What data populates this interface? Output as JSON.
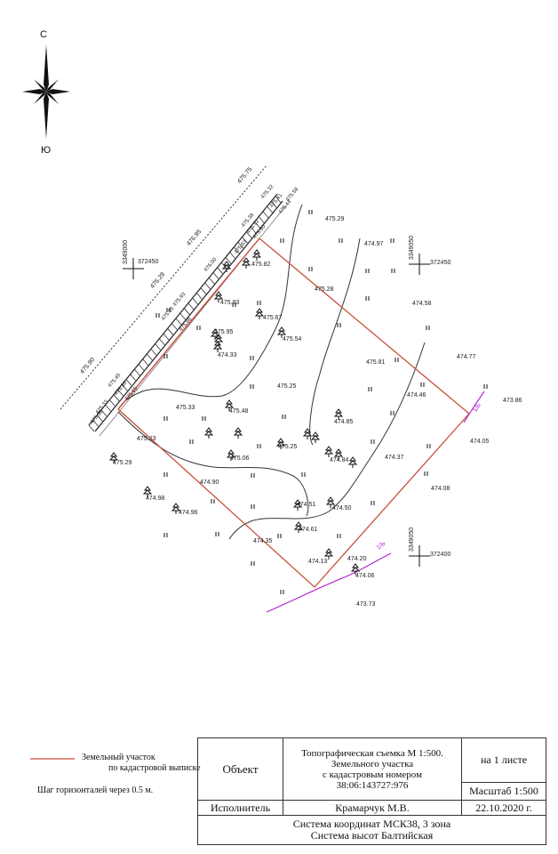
{
  "compass": {
    "north": "С",
    "south": "Ю"
  },
  "road_elevations": [
    "475.75",
    "476.95",
    "476.28",
    "475.90"
  ],
  "fence_labels": [
    "475.32",
    "475.41",
    "475.44",
    "475.38",
    "475.58",
    "475.52",
    "475.60",
    "475.63",
    "476.00",
    "475.93",
    "475.95",
    "475.86",
    "475.45",
    "475.35",
    "475.33",
    "475.38",
    "475.65"
  ],
  "grid_crosses": [
    {
      "x_label": "3349000",
      "y_label": "372450"
    },
    {
      "x_label": "3349050",
      "y_label": "372450"
    },
    {
      "x_label": "3349050",
      "y_label": "372400"
    }
  ],
  "elevations": [
    "475.29",
    "474.97",
    "475.82",
    "475.28",
    "474.58",
    "475.93",
    "475.67",
    "475.95",
    "475.54",
    "475.81",
    "474.77",
    "474.33",
    "475.25",
    "474.46",
    "473.86",
    "475.33",
    "475.48",
    "474.85",
    "475.23",
    "474.05",
    "475.25",
    "474.84",
    "475.06",
    "474.37",
    "475.29",
    "474.90",
    "474.98",
    "474.96",
    "474.08",
    "474.51",
    "474.50",
    "474.61",
    "474.35",
    "474.13",
    "474.20",
    "474.06",
    "473.73"
  ],
  "pipe_labels": [
    "1/Ь",
    "1/Ь"
  ],
  "legend": {
    "parcel_line": "Земельный участок по кадастровой выписке",
    "parcel_line_part1": "Земельный участок",
    "parcel_line_part2": "по кадастровой выписке",
    "contour_interval": "Шаг горизонталей через 0.5 м."
  },
  "title_block": {
    "object_label": "Объект",
    "description": "Топографическая съемка М 1:500. Земельного участка с кадастровым номером 38:06:143727:976",
    "desc_line1": "Топографическая съемка М 1:500.",
    "desc_line2": "Земельного участка",
    "desc_line3": "с кадастровым номером",
    "desc_line4": "38:06:143727:976",
    "sheets": "на 1 листе",
    "scale": "Масштаб 1:500",
    "executor_label": "Исполнитель",
    "executor_name": "Крамарчук М.В.",
    "date": "22.10.2020 г.",
    "coord_system": "Система координат МСК38, 3 зона",
    "height_system": "Система высот Балтийская"
  },
  "colors": {
    "parcel": "#c9503c",
    "pipe": "#b020d0",
    "ink": "#222222"
  }
}
